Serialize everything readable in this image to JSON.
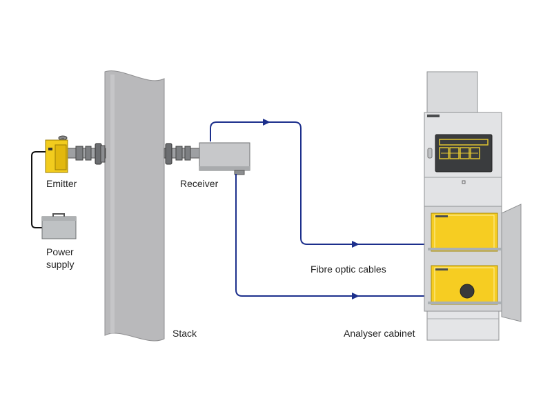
{
  "labels": {
    "emitter": "Emitter",
    "power_supply_line1": "Power",
    "power_supply_line2": "supply",
    "receiver": "Receiver",
    "stack": "Stack",
    "fibre_optic_cables": "Fibre optic cables",
    "analyser_cabinet": "Analyser cabinet"
  },
  "colors": {
    "stack": "#b9b9bb",
    "cable": "#1c2f8c",
    "emitter": "#f2cc1e",
    "analyser_module": "#f6cd22",
    "cabinet": "#d9dadc",
    "wire": "#111111",
    "display_screen": "#3a3c3e",
    "display_grid": "#e0c431"
  },
  "icons": {
    "emitter": "emitter-unit-icon",
    "receiver": "receiver-unit-icon",
    "power_supply": "power-supply-case-icon",
    "flange": "flange-coupling-icon",
    "cable_arrow": "arrowhead-icon"
  }
}
